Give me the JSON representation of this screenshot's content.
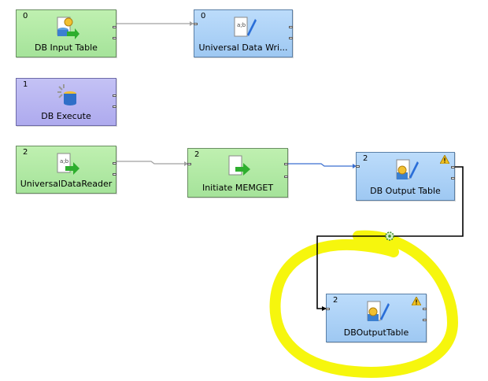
{
  "graph": {
    "nodes": [
      {
        "id": "db-input-table",
        "phase": "0",
        "label": "DB Input Table",
        "color": "green",
        "icon": "db-reader-icon",
        "warning": false
      },
      {
        "id": "universal-data-writer",
        "phase": "0",
        "label": "Universal Data Wri...",
        "color": "blue",
        "icon": "data-writer-icon",
        "warning": false
      },
      {
        "id": "db-execute",
        "phase": "1",
        "label": "DB Execute",
        "color": "purple",
        "icon": "db-execute-icon",
        "warning": false
      },
      {
        "id": "universal-data-reader",
        "phase": "2",
        "label": "UniversalDataReader",
        "color": "green",
        "icon": "data-reader-icon",
        "warning": false
      },
      {
        "id": "initiate-memget",
        "phase": "2",
        "label": "Initiate MEMGET",
        "color": "green",
        "icon": "reformat-icon",
        "warning": false
      },
      {
        "id": "db-output-table",
        "phase": "2",
        "label": "DB Output Table",
        "color": "blue",
        "icon": "db-writer-icon",
        "warning": true
      },
      {
        "id": "dboutputtable",
        "phase": "2",
        "label": "DBOutputTable",
        "color": "blue",
        "icon": "db-writer-icon",
        "warning": true
      }
    ],
    "colors": {
      "edge_gray": "#a0a0a0",
      "edge_blue": "#3a6fd0",
      "edge_black": "#000000",
      "highlight": "#f5f500",
      "warning": "#f0c020"
    }
  }
}
